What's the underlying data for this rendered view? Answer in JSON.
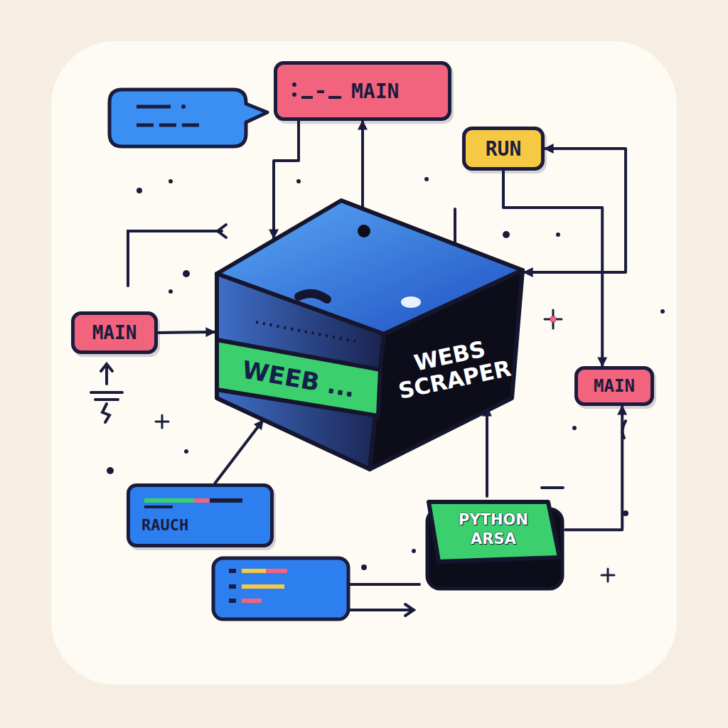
{
  "diagram": {
    "nodes": [
      {
        "text": [
          "MAIN"
        ]
      },
      {
        "text": [
          "RUN"
        ]
      },
      {
        "text": [
          "MAIN"
        ]
      },
      {
        "text": [
          "WEEB ...",
          "WEBS SCRAPER"
        ]
      },
      {
        "text": [
          "MAIN"
        ]
      },
      {
        "text": [
          "RAUCH"
        ]
      },
      {
        "text": [
          "PYTHON ARSA"
        ]
      }
    ],
    "edges": [
      {
        "from": 3,
        "to": 0,
        "arrow": "to"
      },
      {
        "from": 0,
        "to": 3,
        "arrow": "to"
      },
      {
        "from": 1,
        "to": 3,
        "arrow": "both"
      },
      {
        "from": 1,
        "to": 4,
        "arrow": "to"
      },
      {
        "from": 2,
        "to": 3,
        "arrow": "to"
      },
      {
        "from": 5,
        "to": 3,
        "arrow": "to"
      },
      {
        "from": 6,
        "to": 3,
        "arrow": "to"
      },
      {
        "from": 6,
        "to": 4,
        "arrow": "to"
      }
    ]
  }
}
